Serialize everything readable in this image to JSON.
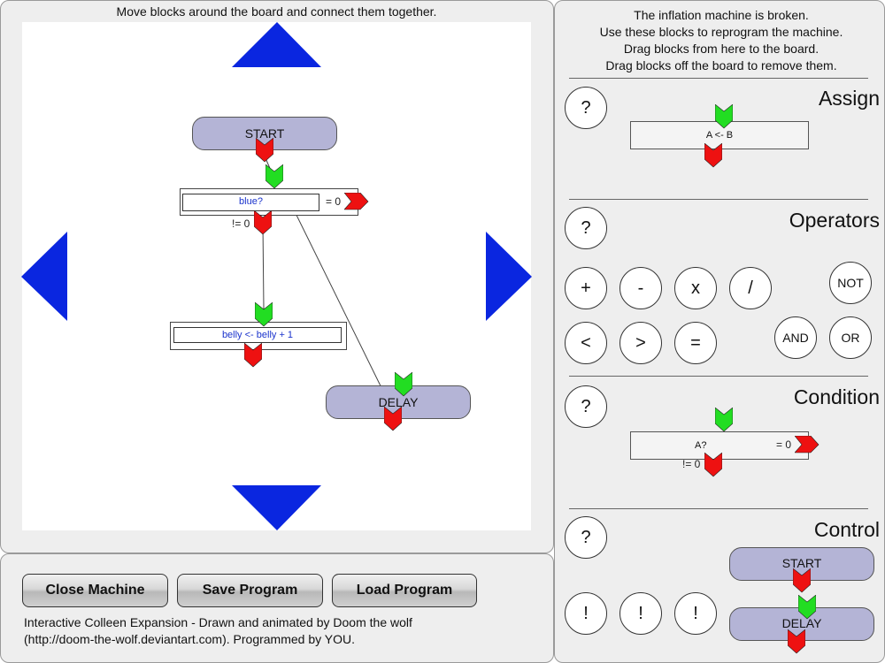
{
  "board": {
    "instruction": "Move blocks around the board and connect them together.",
    "blocks": {
      "start_label": "START",
      "condition_expr": "blue?",
      "condition_true": "= 0",
      "condition_false": "!= 0",
      "assign_expr": "belly <- belly + 1",
      "delay_label": "DELAY"
    }
  },
  "footer": {
    "close_label": "Close Machine",
    "save_label": "Save Program",
    "load_label": "Load Program",
    "credit_line1": "Interactive Colleen Expansion - Drawn and animated by Doom the wolf",
    "credit_line2": "(http://doom-the-wolf.deviantart.com). Programmed by YOU."
  },
  "palette": {
    "instructions": [
      "The inflation machine is broken.",
      "Use these blocks to reprogram the machine.",
      "Drag blocks from here to the board.",
      "Drag blocks off the board to remove them."
    ],
    "help_label": "?",
    "assign": {
      "title": "Assign",
      "block_expr": "A <- B"
    },
    "operators": {
      "title": "Operators",
      "row1": [
        "+",
        "-",
        "x",
        "/"
      ],
      "not_label": "NOT",
      "row2": [
        "<",
        ">",
        "="
      ],
      "and_label": "AND",
      "or_label": "OR"
    },
    "condition": {
      "title": "Condition",
      "block_expr": "A?",
      "true_label": "= 0",
      "false_label": "!= 0"
    },
    "control": {
      "title": "Control",
      "bang_label": "!",
      "start_label": "START",
      "delay_label": "DELAY"
    }
  },
  "colors": {
    "arrow_blue": "#0a26e0",
    "connector_green": "#22dd22",
    "connector_red": "#ee1111",
    "block_fill": "#b4b4d6"
  }
}
